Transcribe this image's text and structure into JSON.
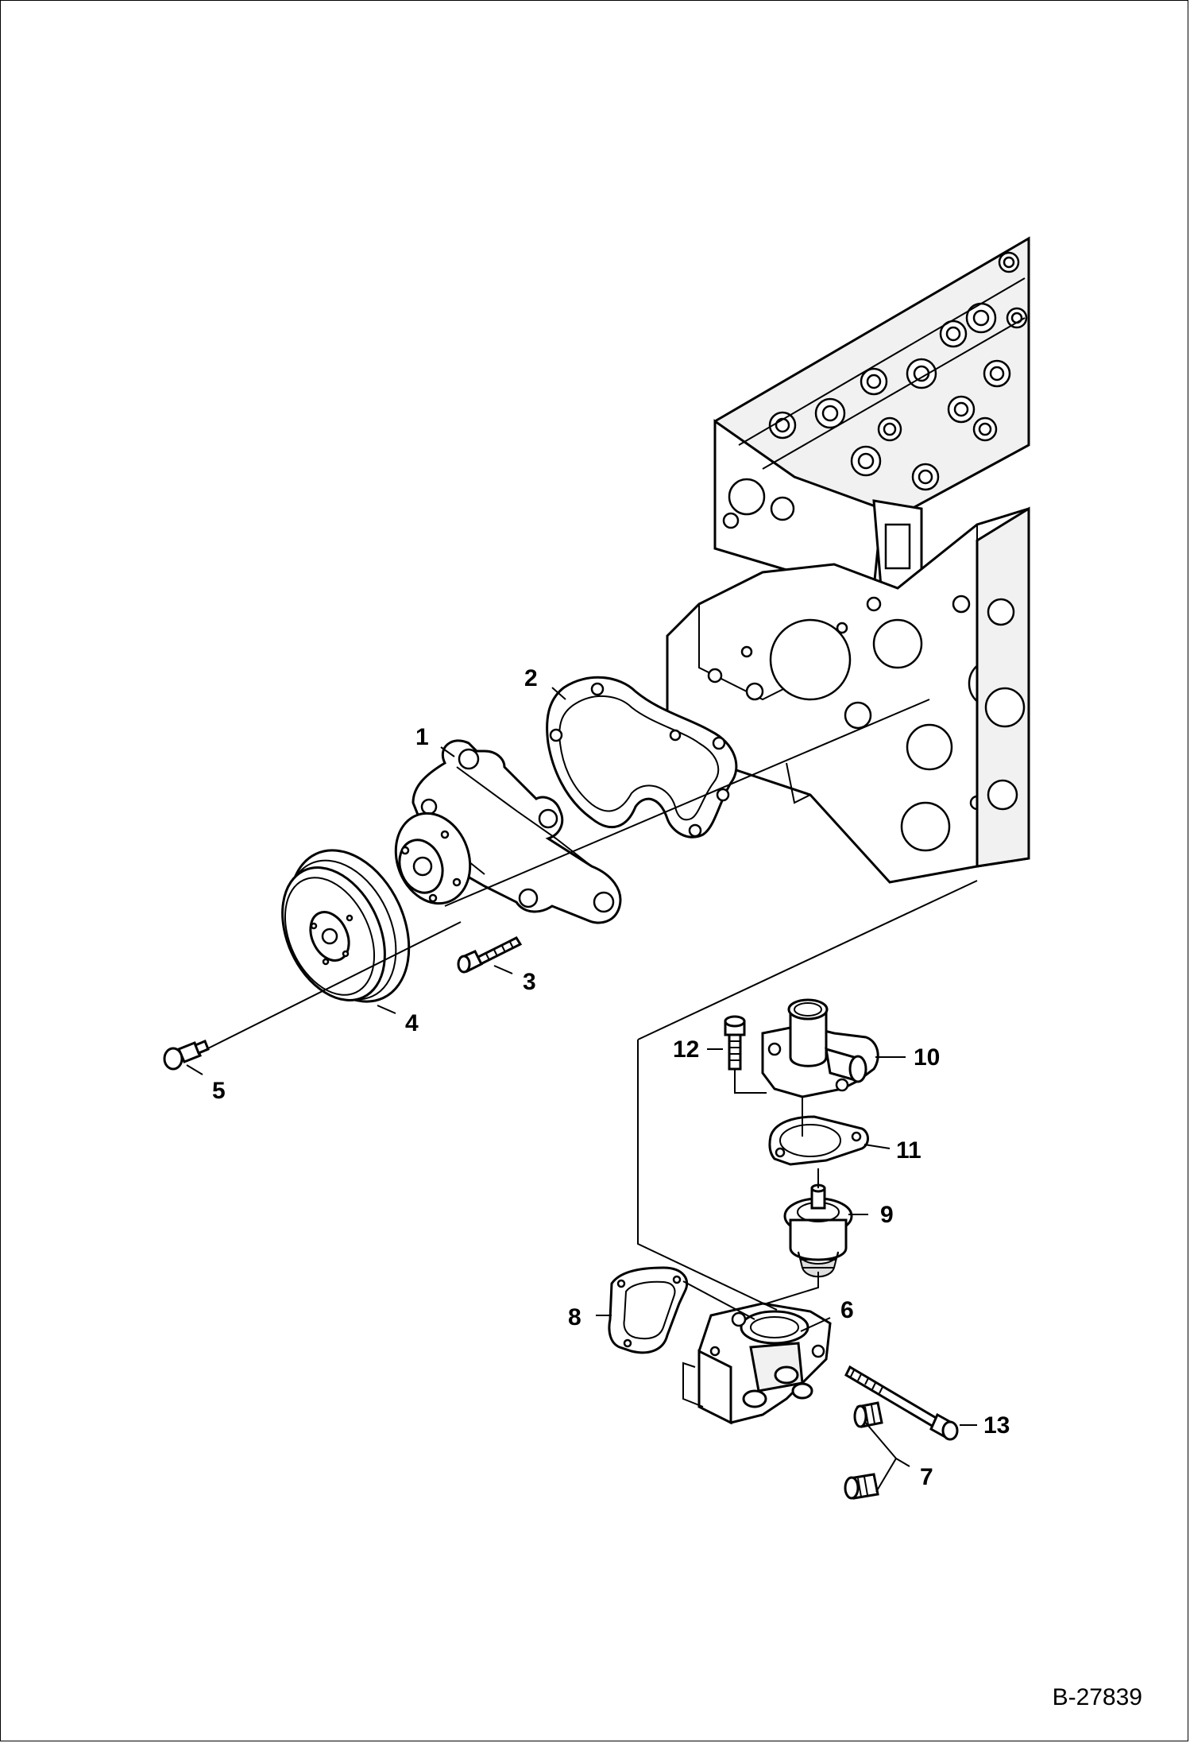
{
  "diagram": {
    "callouts": [
      {
        "id": "1",
        "label": "1"
      },
      {
        "id": "2",
        "label": "2"
      },
      {
        "id": "3",
        "label": "3"
      },
      {
        "id": "4",
        "label": "4"
      },
      {
        "id": "5",
        "label": "5"
      },
      {
        "id": "6",
        "label": "6"
      },
      {
        "id": "7",
        "label": "7"
      },
      {
        "id": "8",
        "label": "8"
      },
      {
        "id": "9",
        "label": "9"
      },
      {
        "id": "10",
        "label": "10"
      },
      {
        "id": "11",
        "label": "11"
      },
      {
        "id": "12",
        "label": "12"
      },
      {
        "id": "13",
        "label": "13"
      }
    ],
    "document_id": "B-27839"
  }
}
